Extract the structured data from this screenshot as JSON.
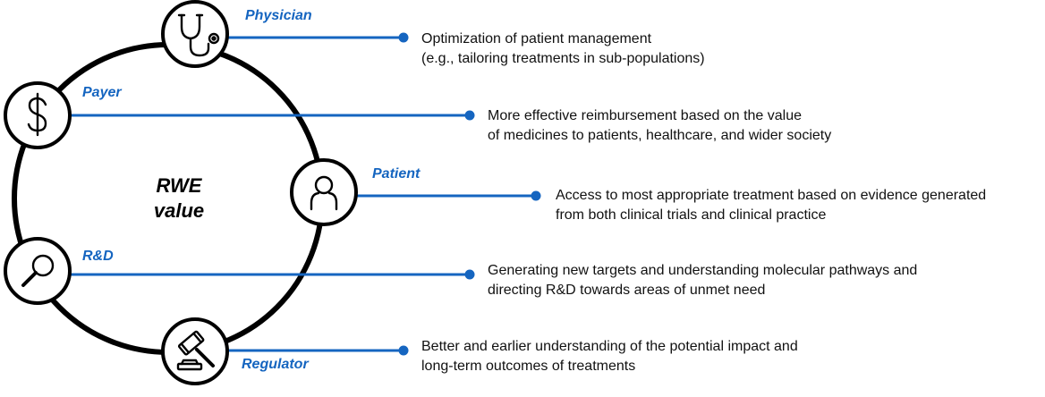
{
  "center": {
    "line1": "RWE",
    "line2": "value"
  },
  "colors": {
    "accent": "#1565c0",
    "ring": "#000000",
    "text": "#111111"
  },
  "stakeholders": [
    {
      "role": "Physician",
      "icon": "stethoscope-icon",
      "line1": "Optimization of patient management",
      "line2": "(e.g., tailoring treatments in sub-populations)"
    },
    {
      "role": "Payer",
      "icon": "dollar-icon",
      "line1": "More effective reimbursement based on the value",
      "line2": "of medicines to patients, healthcare, and wider society"
    },
    {
      "role": "Patient",
      "icon": "person-icon",
      "line1": "Access to most appropriate treatment based on evidence generated",
      "line2": "from both clinical trials and clinical practice"
    },
    {
      "role": "R&D",
      "icon": "magnifier-icon",
      "line1": "Generating new targets and understanding molecular pathways and",
      "line2": "directing R&D towards areas of unmet need"
    },
    {
      "role": "Regulator",
      "icon": "gavel-icon",
      "line1": "Better and earlier understanding of the potential impact and",
      "line2": "long-term outcomes of treatments"
    }
  ]
}
